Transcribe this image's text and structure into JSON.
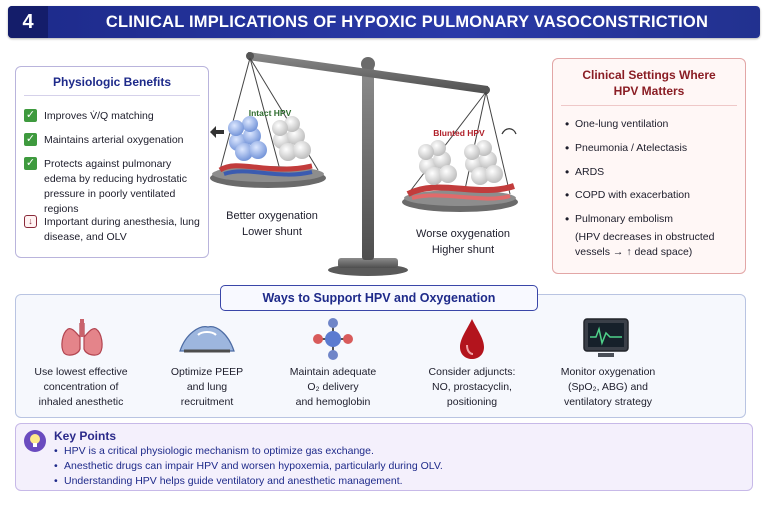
{
  "header": {
    "number": "4",
    "title": "CLINICAL IMPLICATIONS OF HYPOXIC PULMONARY VASOCONSTRICTION"
  },
  "benefits": {
    "title": "Physiologic Benefits",
    "items": [
      "Improves V̇/Q matching",
      "Maintains arterial oxygenation",
      "Protects against pulmonary edema by reducing hydrostatic pressure in poorly ventilated regions",
      "Important during anesthesia, lung disease, and OLV"
    ]
  },
  "balance": {
    "left_tag": "Intact HPV",
    "right_tag": "Blunted HPV",
    "left_caption_1": "Better oxygenation",
    "left_caption_2": "Lower shunt",
    "right_caption_1": "Worse oxygenation",
    "right_caption_2": "Higher shunt"
  },
  "clinical": {
    "title_1": "Clinical Settings Where",
    "title_2": "HPV Matters",
    "items": [
      "One-lung ventilation",
      "Pneumonia / Atelectasis",
      "ARDS",
      "COPD with exacerbation",
      "Pulmonary embolism",
      "(HPV decreases in obstructed vessels → ↑ dead space)"
    ]
  },
  "ways": {
    "title": "Ways to Support HPV and Oxygenation",
    "items": [
      {
        "icon": "lungs-icon",
        "line1": "Use lowest effective",
        "line2": "concentration of",
        "line3": "inhaled anesthetic"
      },
      {
        "icon": "peep-icon",
        "line1": "Optimize PEEP",
        "line2": "and lung",
        "line3": "recruitment"
      },
      {
        "icon": "oxygen-molecule-icon",
        "line1": "Maintain adequate",
        "line2": "O₂ delivery",
        "line3": "and hemoglobin"
      },
      {
        "icon": "blood-drop-icon",
        "line1": "Consider adjuncts:",
        "line2": "NO, prostacyclin,",
        "line3": "positioning"
      },
      {
        "icon": "monitor-icon",
        "line1": "Monitor oxygenation",
        "line2": "(SpO₂, ABG) and",
        "line3": "ventilatory strategy"
      }
    ]
  },
  "keypoints": {
    "title": "Key Points",
    "items": [
      "HPV is a critical physiologic mechanism to optimize gas exchange.",
      "Anesthetic drugs can impair HPV and worsen hypoxemia, particularly during OLV.",
      "Understanding HPV helps guide ventilatory and anesthetic management."
    ]
  },
  "colors": {
    "header_bg": "#2a3aa8",
    "benefit_check": "#3e9a3e",
    "clinical_title": "#8a1d24",
    "intact_tag": "#2e6b2e",
    "blunted_tag": "#b0202a"
  }
}
